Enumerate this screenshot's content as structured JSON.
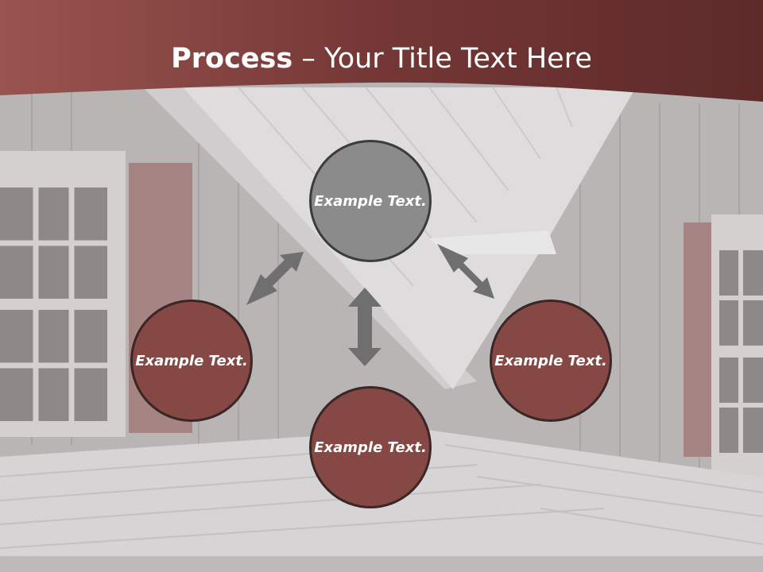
{
  "title": {
    "bold": "Process",
    "rest": " – Your Title Text Here"
  },
  "circles": {
    "top": "Example Text.",
    "left": "Example Text.",
    "right": "Example Text.",
    "bottom": "Example Text."
  },
  "colors": {
    "banner": "#7a3c3a",
    "circle_red": "#864844",
    "circle_gray": "#8b8b8b",
    "arrow": "#6f6f6f"
  }
}
